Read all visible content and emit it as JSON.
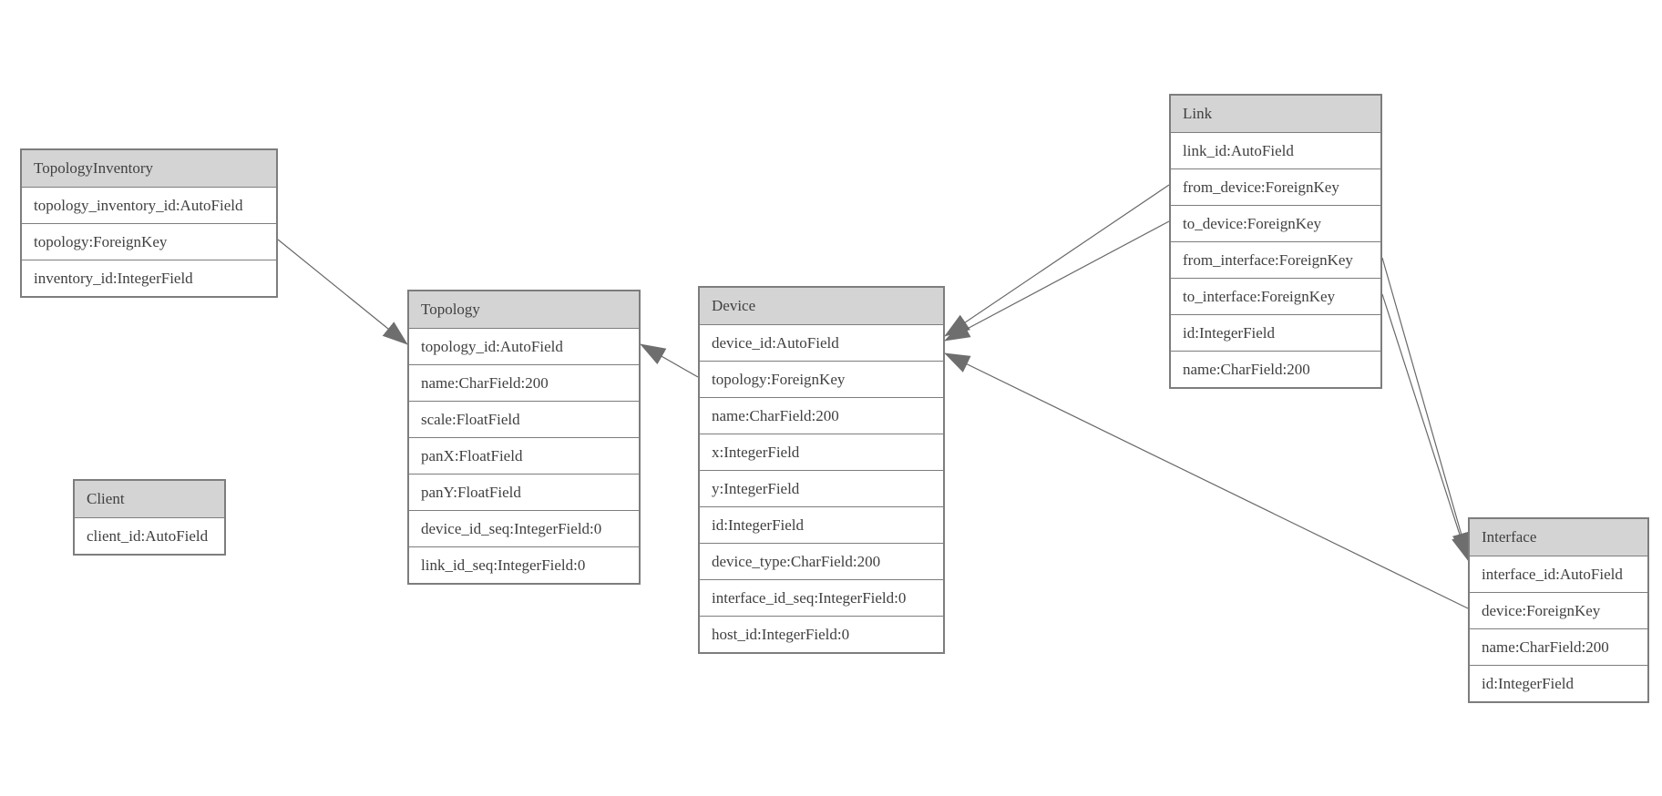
{
  "diagram": {
    "kind": "entity-relationship-model-graph",
    "entities": [
      {
        "name": "TopologyInventory",
        "fields": [
          "topology_inventory_id:AutoField",
          "topology:ForeignKey",
          "inventory_id:IntegerField"
        ]
      },
      {
        "name": "Topology",
        "fields": [
          "topology_id:AutoField",
          "name:CharField:200",
          "scale:FloatField",
          "panX:FloatField",
          "panY:FloatField",
          "device_id_seq:IntegerField:0",
          "link_id_seq:IntegerField:0"
        ]
      },
      {
        "name": "Client",
        "fields": [
          "client_id:AutoField"
        ]
      },
      {
        "name": "Device",
        "fields": [
          "device_id:AutoField",
          "topology:ForeignKey",
          "name:CharField:200",
          "x:IntegerField",
          "y:IntegerField",
          "id:IntegerField",
          "device_type:CharField:200",
          "interface_id_seq:IntegerField:0",
          "host_id:IntegerField:0"
        ]
      },
      {
        "name": "Link",
        "fields": [
          "link_id:AutoField",
          "from_device:ForeignKey",
          "to_device:ForeignKey",
          "from_interface:ForeignKey",
          "to_interface:ForeignKey",
          "id:IntegerField",
          "name:CharField:200"
        ]
      },
      {
        "name": "Interface",
        "fields": [
          "interface_id:AutoField",
          "device:ForeignKey",
          "name:CharField:200",
          "id:IntegerField"
        ]
      }
    ],
    "relationships": [
      {
        "from": "TopologyInventory.topology",
        "to": "Topology.topology_id"
      },
      {
        "from": "Device.topology",
        "to": "Topology.topology_id"
      },
      {
        "from": "Link.from_device",
        "to": "Device.device_id"
      },
      {
        "from": "Link.to_device",
        "to": "Device.device_id"
      },
      {
        "from": "Link.from_interface",
        "to": "Interface.interface_id"
      },
      {
        "from": "Link.to_interface",
        "to": "Interface.interface_id"
      },
      {
        "from": "Interface.device",
        "to": "Device.device_id"
      }
    ],
    "colors": {
      "background": "#ffffff",
      "header_fill": "#d4d4d4",
      "border": "#7d7d7d",
      "text": "#404040",
      "edge": "#686868",
      "arrow_fill": "#6e6e6e"
    }
  }
}
